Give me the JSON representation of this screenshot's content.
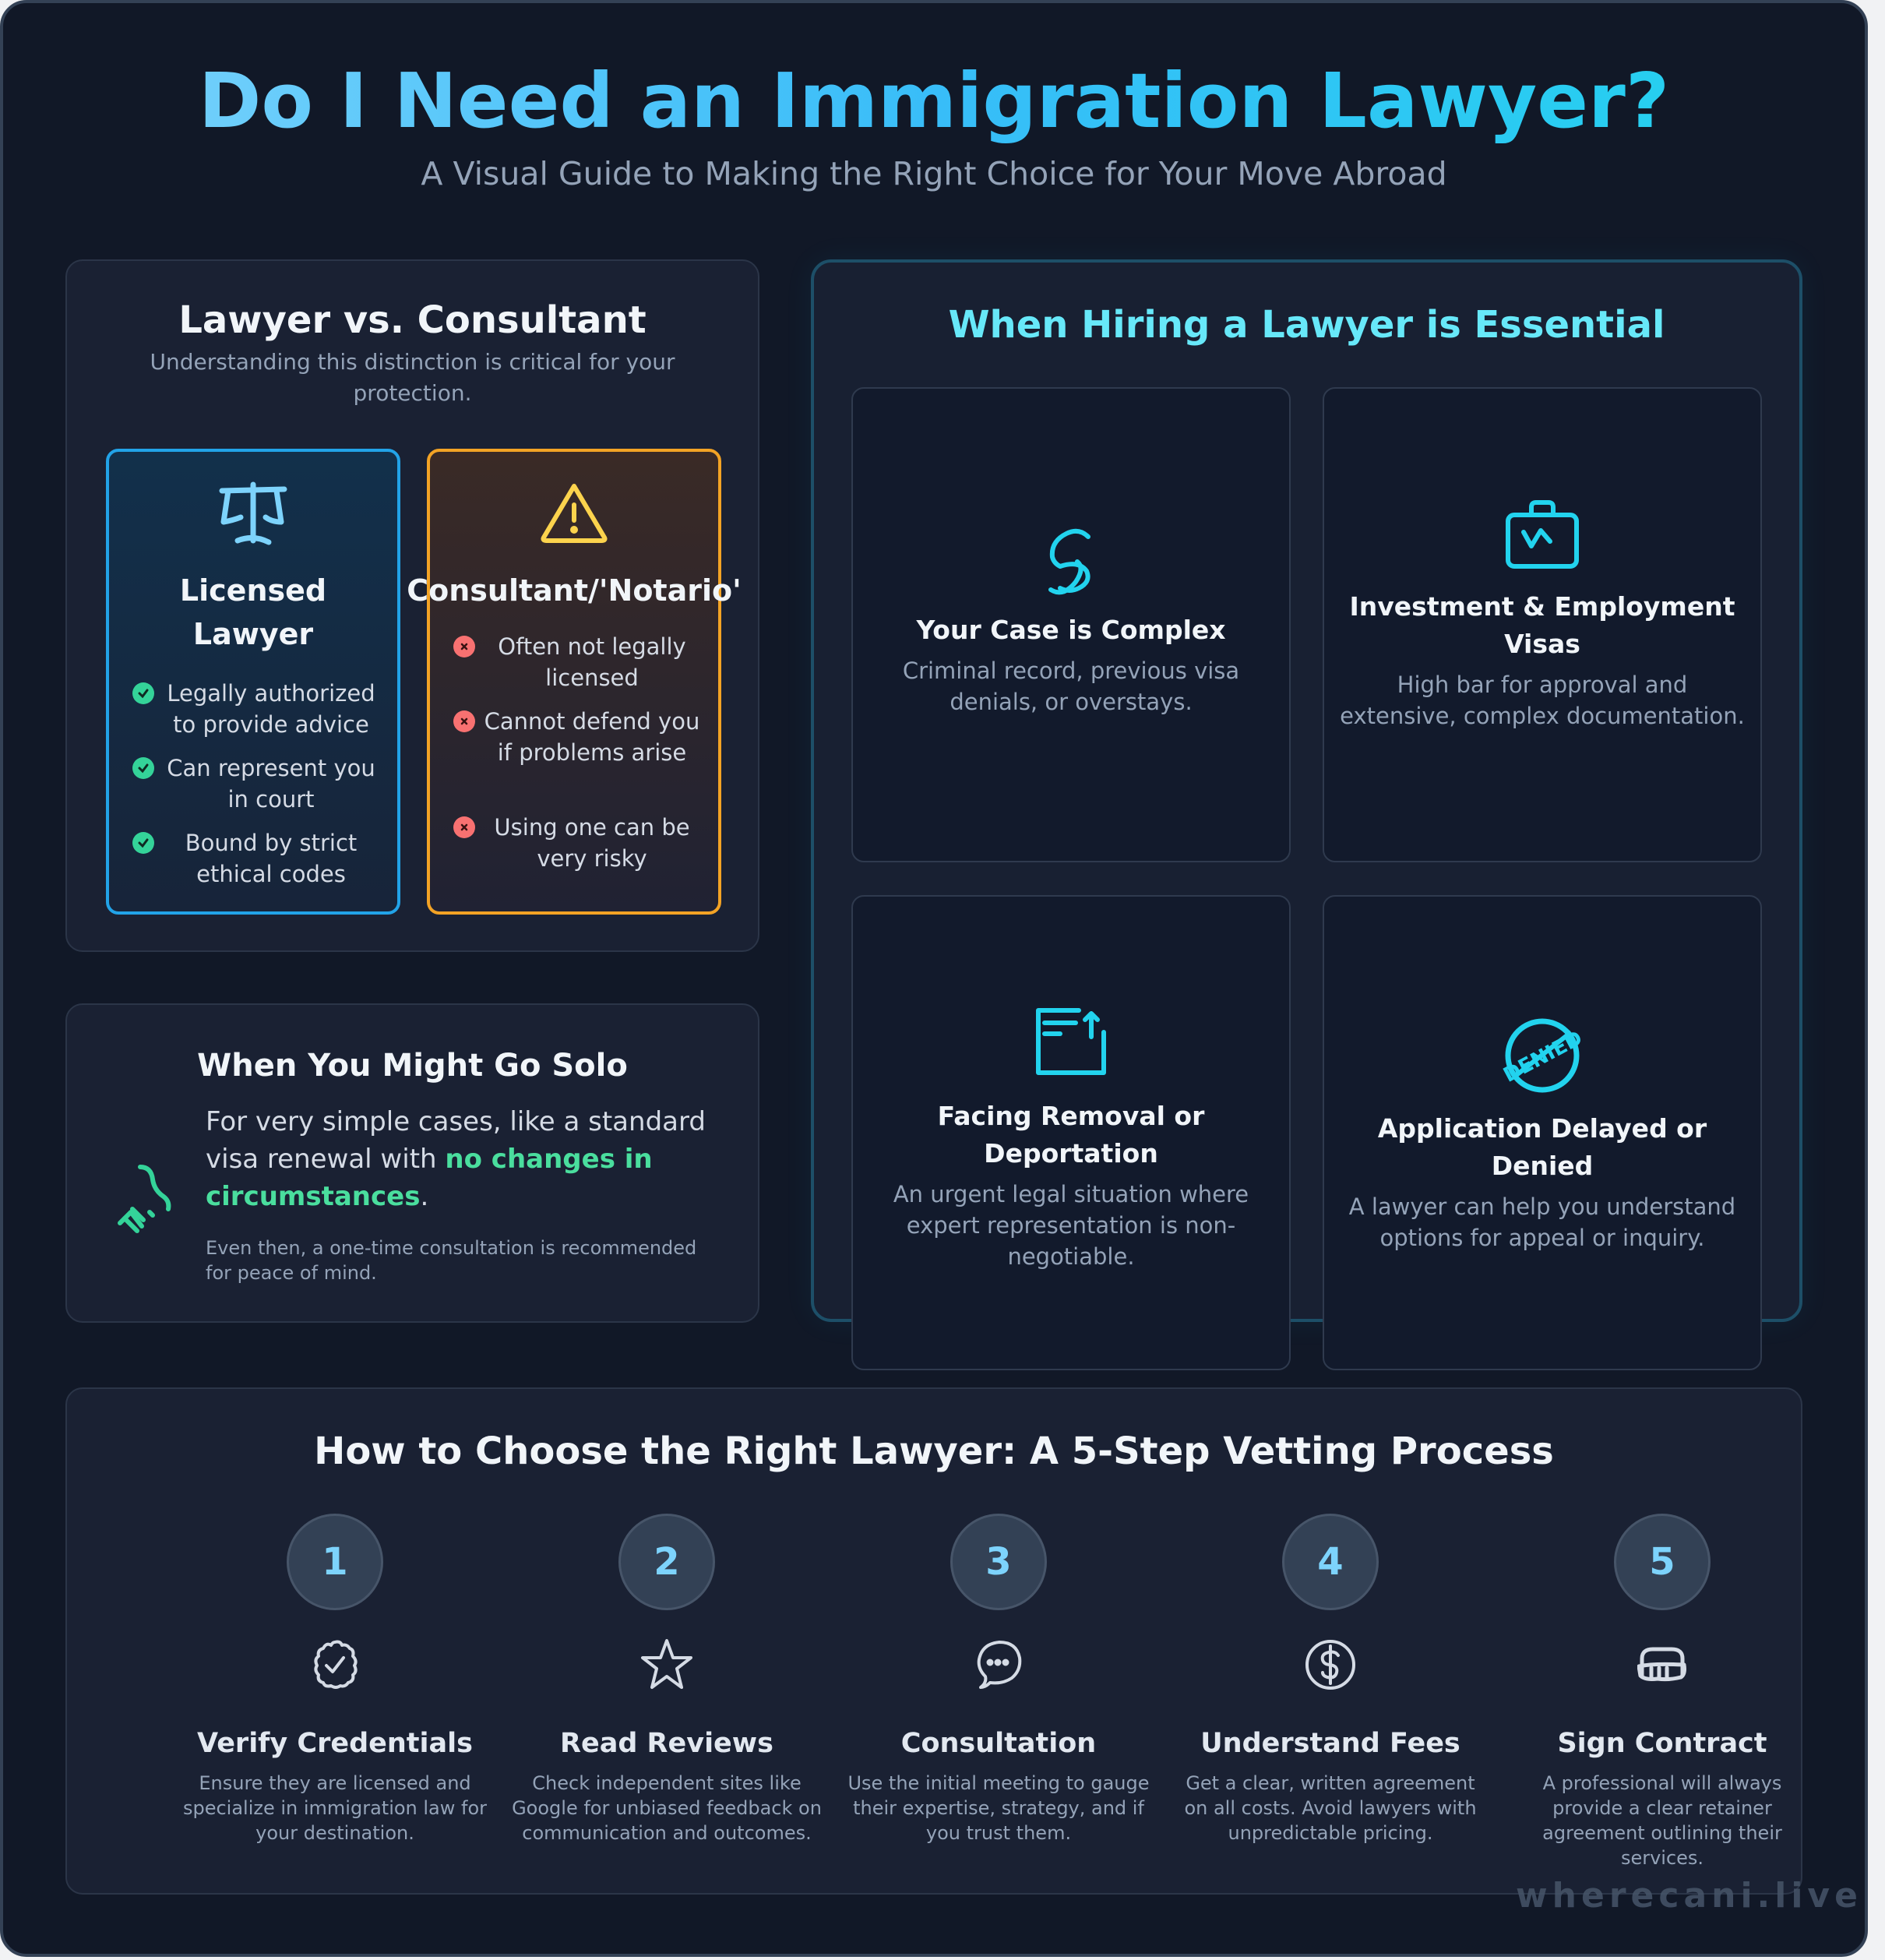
{
  "header": {
    "title": "Do I Need an Immigration Lawyer?",
    "subtitle": "A Visual Guide to Making the Right Choice for Your Move Abroad"
  },
  "comparison": {
    "title": "Lawyer vs. Consultant",
    "subtitle": "Understanding this distinction is critical for your protection.",
    "lawyer": {
      "icon": "scales-icon",
      "title_line1": "Licensed",
      "title_line2": "Lawyer",
      "accent": "#22a3e8",
      "points": [
        "Legally authorized to provide advice",
        "Can represent you in court",
        "Bound by strict ethical codes"
      ]
    },
    "consultant": {
      "icon": "warning-icon",
      "title": "Consultant/'Notario'",
      "accent": "#f3a325",
      "points": [
        "Often not legally licensed",
        "Cannot defend you if problems arise",
        "Using one can be very risky"
      ]
    }
  },
  "solo": {
    "title": "When You Might Go Solo",
    "icon": "plug-icon",
    "text_before": "For very simple cases, like a standard visa renewal with ",
    "text_highlight": "no changes in circumstances",
    "text_after": ".",
    "note": "Even then, a one-time consultation is recommended for peace of mind.",
    "highlight_color": "#4ade9e"
  },
  "essential": {
    "title": "When Hiring a Lawyer is Essential",
    "cards": [
      {
        "icon": "tangle-icon",
        "title": "Your Case is Complex",
        "desc": "Criminal record, previous visa denials, or overstays."
      },
      {
        "icon": "briefcase-chart-icon",
        "title": "Investment & Employment Visas",
        "desc": "High bar for approval and extensive, complex documentation."
      },
      {
        "icon": "document-upload-icon",
        "title": "Facing Removal or Deportation",
        "desc": "An urgent legal situation where expert representation is non-negotiable."
      },
      {
        "icon": "denied-stamp-icon",
        "title": "Application Delayed or Denied",
        "desc": "A lawyer can help you understand options for appeal or inquiry.",
        "stamp_text": "DENIED"
      }
    ]
  },
  "steps": {
    "title": "How to Choose the Right Lawyer: A 5-Step Vetting Process",
    "items": [
      {
        "num": "1",
        "icon": "badge-check-icon",
        "title": "Verify Credentials",
        "desc": "Ensure they are licensed and specialize in immigration law for your destination."
      },
      {
        "num": "2",
        "icon": "star-icon",
        "title": "Read Reviews",
        "desc": "Check independent sites like Google for unbiased feedback on communication and outcomes."
      },
      {
        "num": "3",
        "icon": "chat-bubble-icon",
        "title": "Consultation",
        "desc": "Use the initial meeting to gauge their expertise, strategy, and if you trust them."
      },
      {
        "num": "4",
        "icon": "dollar-circle-icon",
        "title": "Understand Fees",
        "desc": "Get a clear, written agreement on all costs. Avoid lawyers with unpredictable pricing."
      },
      {
        "num": "5",
        "icon": "handshake-icon",
        "title": "Sign Contract",
        "desc": "A professional will always provide a clear retainer agreement outlining their services."
      }
    ]
  },
  "watermark": "wherecani.live"
}
